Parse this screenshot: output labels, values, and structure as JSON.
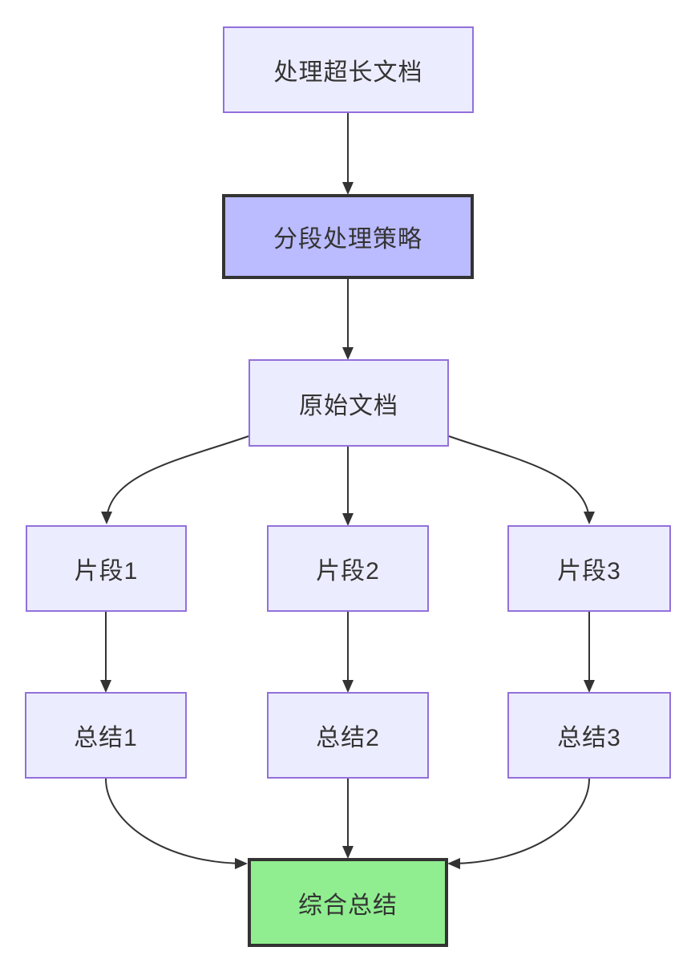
{
  "diagram": {
    "type": "flowchart",
    "direction": "top-down",
    "background": "#ffffff",
    "nodes": [
      {
        "id": "A",
        "label": "处理超长文档",
        "role": "default"
      },
      {
        "id": "B",
        "label": "分段处理策略",
        "role": "highlight"
      },
      {
        "id": "C",
        "label": "原始文档",
        "role": "default"
      },
      {
        "id": "D1",
        "label": "片段1",
        "role": "default"
      },
      {
        "id": "D2",
        "label": "片段2",
        "role": "default"
      },
      {
        "id": "D3",
        "label": "片段3",
        "role": "default"
      },
      {
        "id": "E1",
        "label": "总结1",
        "role": "default"
      },
      {
        "id": "E2",
        "label": "总结2",
        "role": "default"
      },
      {
        "id": "E3",
        "label": "总结3",
        "role": "default"
      },
      {
        "id": "F",
        "label": "综合总结",
        "role": "success"
      }
    ],
    "edges": [
      {
        "from": "A",
        "to": "B"
      },
      {
        "from": "B",
        "to": "C"
      },
      {
        "from": "C",
        "to": "D1"
      },
      {
        "from": "C",
        "to": "D2"
      },
      {
        "from": "C",
        "to": "D3"
      },
      {
        "from": "D1",
        "to": "E1"
      },
      {
        "from": "D2",
        "to": "E2"
      },
      {
        "from": "D3",
        "to": "E3"
      },
      {
        "from": "E1",
        "to": "F"
      },
      {
        "from": "E2",
        "to": "F"
      },
      {
        "from": "E3",
        "to": "F"
      }
    ],
    "colors": {
      "default_fill": "#ECECFF",
      "default_border": "#9370DB",
      "highlight_fill": "#BBBBFF",
      "highlight_border": "#333333",
      "success_fill": "#90EE90",
      "success_border": "#333333",
      "edge": "#333333",
      "text": "#333333"
    }
  }
}
